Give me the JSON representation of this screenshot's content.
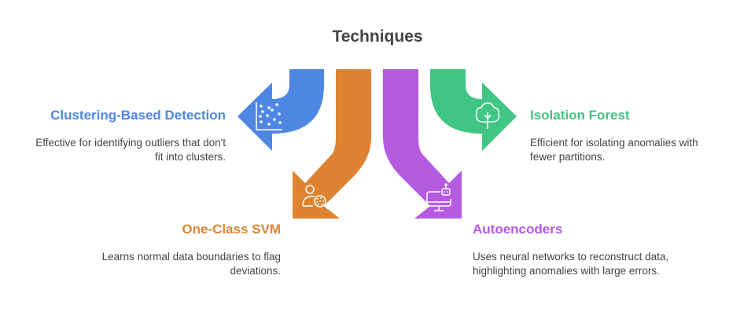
{
  "title": "Techniques",
  "colors": {
    "clustering": "#4e86e4",
    "svm": "#dd8331",
    "autoencoders": "#b55be0",
    "isolation": "#40c583",
    "text": "#444444"
  },
  "items": [
    {
      "id": "clustering",
      "label": "Clustering-Based Detection",
      "description": "Effective for identifying outliers that don't fit into clusters.",
      "icon": "scatter-plot-icon"
    },
    {
      "id": "svm",
      "label": "One-Class SVM",
      "description": "Learns normal data boundaries to flag deviations.",
      "icon": "user-search-icon"
    },
    {
      "id": "autoencoders",
      "label": "Autoencoders",
      "description": "Uses neural networks to reconstruct data, highlighting anomalies with large errors.",
      "icon": "computer-robot-icon"
    },
    {
      "id": "isolation",
      "label": "Isolation Forest",
      "description": "Efficient for isolating anomalies with fewer partitions.",
      "icon": "tree-icon"
    }
  ]
}
